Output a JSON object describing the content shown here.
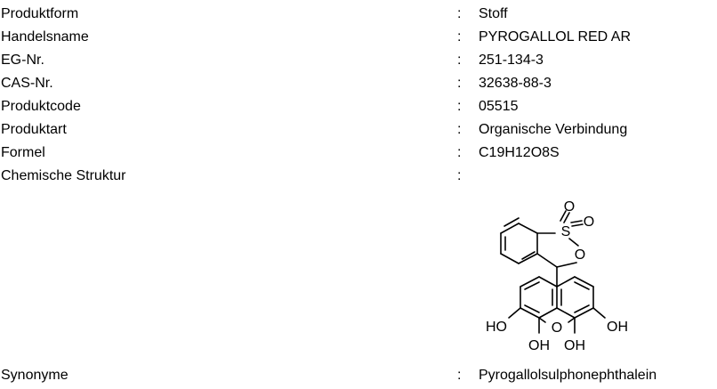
{
  "rows": [
    {
      "label": "Produktform",
      "colon": ":",
      "value": "Stoff"
    },
    {
      "label": "Handelsname",
      "colon": ":",
      "value": "PYROGALLOL RED AR"
    },
    {
      "label": "EG-Nr.",
      "colon": ":",
      "value": "251-134-3"
    },
    {
      "label": "CAS-Nr.",
      "colon": ":",
      "value": "32638-88-3"
    },
    {
      "label": "Produktcode",
      "colon": ":",
      "value": "05515"
    },
    {
      "label": "Produktart",
      "colon": ":",
      "value": "Organische Verbindung"
    },
    {
      "label": "Formel",
      "colon": ":",
      "value": "C19H12O8S"
    },
    {
      "label": "Chemische Struktur",
      "colon": ":",
      "value": ""
    },
    {
      "label": "Synonyme",
      "colon": ":",
      "value": "Pyrogallolsulphonephthalein"
    }
  ],
  "structure": {
    "atoms": {
      "S": "S",
      "O": "O",
      "OH": "OH",
      "HO": "HO"
    }
  }
}
